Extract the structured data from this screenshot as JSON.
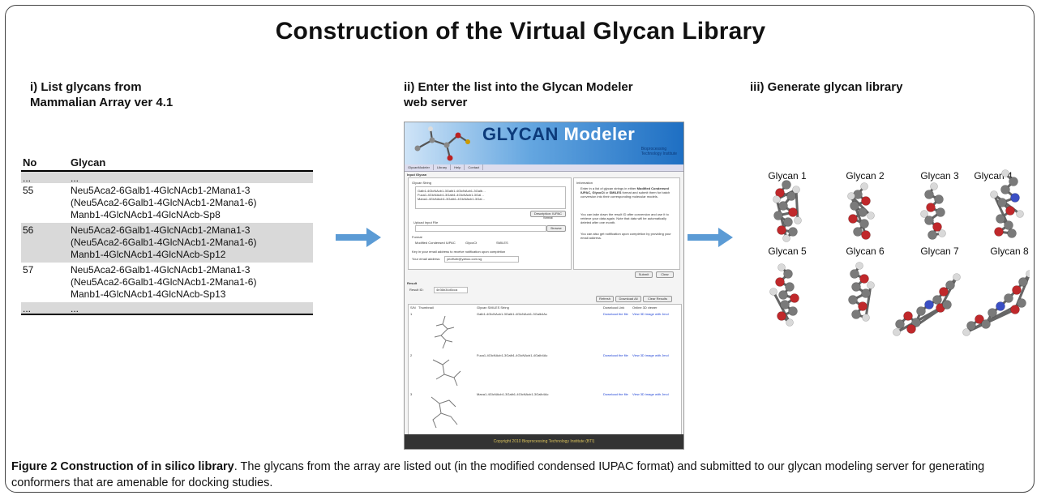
{
  "title": "Construction of the Virtual Glycan Library",
  "steps": {
    "s1_line1": "i) List glycans from",
    "s1_line2": "Mammalian Array ver 4.1",
    "s2_line1": "ii) Enter the list into the Glycan Modeler",
    "s2_line2": "web server",
    "s3": "iii) Generate glycan library"
  },
  "table": {
    "headers": [
      "No",
      "Glycan"
    ],
    "ellipsis": "...",
    "rows": [
      {
        "no": "55",
        "lines": [
          "Neu5Aca2-6Galb1-4GlcNAcb1-2Mana1-3",
          "(Neu5Aca2-6Galb1-4GlcNAcb1-2Mana1-6)",
          "Manb1-4GlcNAcb1-4GlcNAcb-Sp8"
        ]
      },
      {
        "no": "56",
        "lines": [
          "Neu5Aca2-6Galb1-4GlcNAcb1-2Mana1-3",
          "(Neu5Aca2-6Galb1-4GlcNAcb1-2Mana1-6)",
          "Manb1-4GlcNAcb1-4GlcNAcb-Sp12"
        ]
      },
      {
        "no": "57",
        "lines": [
          "Neu5Aca2-6Galb1-4GlcNAcb1-2Mana1-3",
          "(Neu5Aca2-6Galb1-4GlcNAcb1-2Mana1-6)",
          "Manb1-4GlcNAcb1-4GlcNAcb-Sp13"
        ]
      }
    ]
  },
  "server": {
    "logo_a": "GLYCAN",
    "logo_b": "Modeler",
    "institute_line1": "Bioprocessing",
    "institute_line2": "Technology Institute",
    "tabs": [
      "GlycanModeler",
      "Library",
      "Help",
      "Contact"
    ],
    "input_heading": "Input Glycan",
    "glycan_string_label": "Glycan String",
    "seq_lines": [
      "Galb1-4GlcNAcb1-3Galb1-4GlcNAcb1-3Galb…",
      "Fuca1-4GlcNAcb1-3Galb1-4GlcNAcb1-3Gal…",
      "Mana1-4GlcNAcb1-3Galb1-4GlcNAcb1-3Gal…"
    ],
    "description_btn": "Description: IUPAC format",
    "upload_label": "Upload Input File",
    "browse": "Browse",
    "format_label": "Format",
    "format_opts": [
      "Modified Condensed IUPAC",
      "GlycoCt",
      "SMILES"
    ],
    "email_hint": "Key in your email address to receive notification upon completion",
    "email_label": "Your email address:",
    "email_value": "yeoffurb@yahoo.com.sg",
    "info_heading": "Information",
    "info_p1a": "Enter in a list of glycan strings in either ",
    "info_p1b": "Modified Condensed IUPAC, GlycoCt",
    "info_p1c": " or ",
    "info_p1d": "SMILES",
    "info_p1e": " format and submit them for batch conversion into their corresponding molecular models.",
    "info_p2": "You can take down the result ID after conversion and use it to retrieve your data again. Note that data will be automatically deleted after one month.",
    "info_p3": "You can also get notification upon completion by providing your email address.",
    "submit": "Submit",
    "clear": "Clear",
    "result_heading": "Result",
    "result_id_label": "Result ID:",
    "result_id": "4e36b34d0cca",
    "result_btns": [
      "Refresh",
      "Download All",
      "Clear Results"
    ],
    "cols": [
      "S/N",
      "Thumbnail",
      "Glycan SMILES String",
      "Download Link",
      "Online 3D viewer"
    ],
    "results": [
      {
        "sn": "1",
        "smiles": "Galb1-4GlcNAcb1-3Galb1-4GlcNAcb1-3Galb4Ac",
        "dl": "Download the file",
        "view": "View 3D image with Jmol"
      },
      {
        "sn": "2",
        "smiles": "Fuca1-4GlcNAcb1-3Galb1-4GlcNAcb1-4Galb4Ac",
        "dl": "Download the file",
        "view": "View 3D image with Jmol"
      },
      {
        "sn": "3",
        "smiles": "Mana1-4GlcNAcb1-3Galb1-4GlcNAcb1-3Galb4Ac",
        "dl": "Download the file",
        "view": "View 3D image with Jmol"
      }
    ],
    "footer": "Copyright 2010 Bioprocessing Technology Institute (BTI)"
  },
  "glycans": [
    "Glycan 1",
    "Glycan 2",
    "Glycan 3",
    "Glycan 4",
    "Glycan 5",
    "Glycan 6",
    "Glycan 7",
    "Glycan 8"
  ],
  "caption": {
    "bold": "Figure 2 Construction of in silico library",
    "text": ". The glycans from the array are listed out (in the modified condensed IUPAC format) and submitted to our glycan modeling server for generating conformers that are amenable for docking studies."
  },
  "colors": {
    "arrow": "#5b9bd5",
    "atom_red": "#c0282b",
    "atom_gray": "#7a7a7a",
    "atom_white": "#d9d9d9",
    "atom_blue": "#3b4fc4"
  }
}
